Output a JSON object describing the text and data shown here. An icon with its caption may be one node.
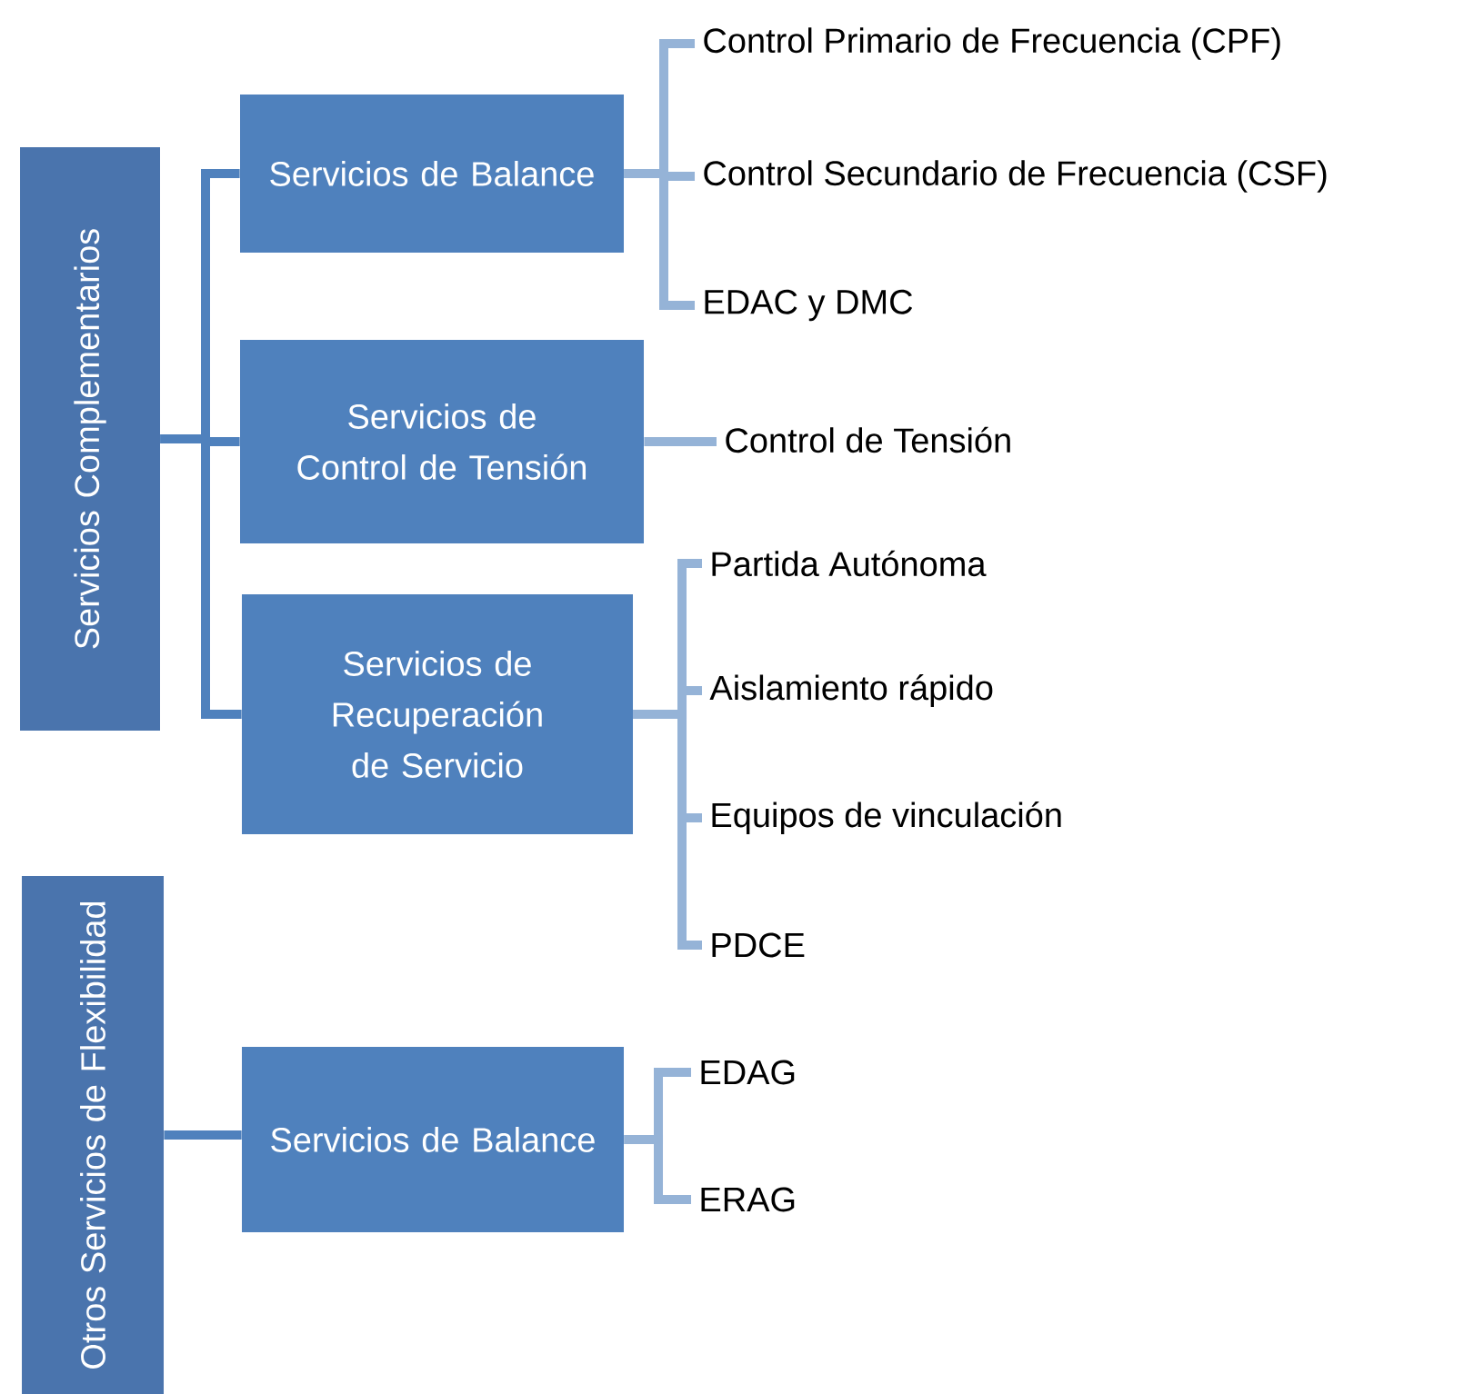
{
  "diagram": {
    "nodes": [
      {
        "text": [
          "Servicios Complementarios"
        ]
      },
      {
        "text": [
          "Servicios de Balance"
        ]
      },
      {
        "text": [
          "Control Primario de Frecuencia (CPF)"
        ]
      },
      {
        "text": [
          "Control Secundario de Frecuencia (CSF)"
        ]
      },
      {
        "text": [
          "EDAC y DMC"
        ]
      },
      {
        "text": [
          "Servicios de Control de Tensión"
        ]
      },
      {
        "text": [
          "Control de Tensión"
        ]
      },
      {
        "text": [
          "Servicios de Recuperación de Servicio"
        ]
      },
      {
        "text": [
          "Partida Autónoma"
        ]
      },
      {
        "text": [
          "Aislamiento rápido"
        ]
      },
      {
        "text": [
          "Equipos de vinculación"
        ]
      },
      {
        "text": [
          "PDCE"
        ]
      },
      {
        "text": [
          "Otros Servicios de Flexibilidad"
        ]
      },
      {
        "text": [
          "Servicios de Balance"
        ]
      },
      {
        "text": [
          "EDAG"
        ]
      },
      {
        "text": [
          "ERAG"
        ]
      }
    ],
    "edges": [
      {
        "from": 0,
        "to": 1,
        "arrow": "none",
        "color": "#4f81bd"
      },
      {
        "from": 0,
        "to": 5,
        "arrow": "none",
        "color": "#4f81bd"
      },
      {
        "from": 0,
        "to": 7,
        "arrow": "none",
        "color": "#4f81bd"
      },
      {
        "from": 1,
        "to": 2,
        "arrow": "none"
      },
      {
        "from": 1,
        "to": 3,
        "arrow": "none"
      },
      {
        "from": 1,
        "to": 4,
        "arrow": "none"
      },
      {
        "from": 5,
        "to": 6,
        "arrow": "none"
      },
      {
        "from": 7,
        "to": 8,
        "arrow": "none"
      },
      {
        "from": 7,
        "to": 9,
        "arrow": "none"
      },
      {
        "from": 7,
        "to": 10,
        "arrow": "none"
      },
      {
        "from": 7,
        "to": 11,
        "arrow": "none"
      },
      {
        "from": 12,
        "to": 13,
        "arrow": "none",
        "color": "#4f81bd"
      },
      {
        "from": 13,
        "to": 14,
        "arrow": "none"
      },
      {
        "from": 13,
        "to": 15,
        "arrow": "none"
      }
    ]
  }
}
